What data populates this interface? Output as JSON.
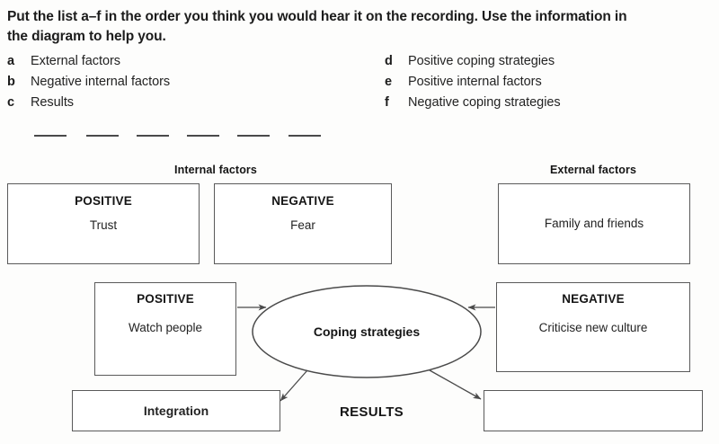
{
  "instruction": {
    "text": "Put the list a–f in the order you think you would hear it on the recording. Use the information in the diagram to help you."
  },
  "options": {
    "left_column": [
      {
        "letter": "a",
        "label": "External factors"
      },
      {
        "letter": "b",
        "label": "Negative internal factors"
      },
      {
        "letter": "c",
        "label": "Results"
      }
    ],
    "right_column": [
      {
        "letter": "d",
        "label": "Positive coping strategies"
      },
      {
        "letter": "e",
        "label": "Positive internal factors"
      },
      {
        "letter": "f",
        "label": "Negative coping strategies"
      }
    ]
  },
  "answer_blanks": {
    "count": 6,
    "values": [
      "",
      "",
      "",
      "",
      "",
      ""
    ]
  },
  "diagram": {
    "group_labels": {
      "internal": "Internal factors",
      "external": "External factors"
    },
    "results_label": "RESULTS",
    "center_node": {
      "label": "Coping strategies"
    },
    "boxes": [
      {
        "id": "internal-positive",
        "title": "POSITIVE",
        "body": "Trust"
      },
      {
        "id": "internal-negative",
        "title": "NEGATIVE",
        "body": "Fear"
      },
      {
        "id": "external-family",
        "title": "",
        "body": "Family and friends"
      },
      {
        "id": "coping-positive",
        "title": "POSITIVE",
        "body": "Watch people"
      },
      {
        "id": "coping-negative",
        "title": "NEGATIVE",
        "body": "Criticise new culture"
      },
      {
        "id": "result-integration",
        "title": "",
        "body": "Integration"
      },
      {
        "id": "result-empty",
        "title": "",
        "body": ""
      }
    ]
  },
  "colors": {
    "page_background": "#fdfdfc",
    "text": "#1c1c1c",
    "stroke": "#5a5a5a",
    "blank_line": "#4a4a4a"
  }
}
